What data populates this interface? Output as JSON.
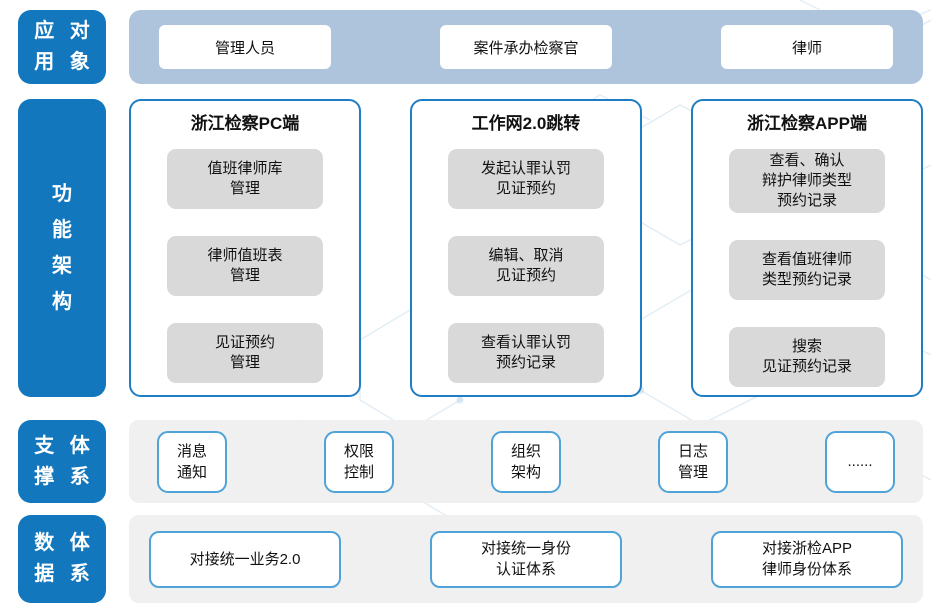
{
  "colors": {
    "accent_blue": "#1277BD",
    "panel_border_blue": "#1F7EC3",
    "small_box_border_blue": "#4FA3D8",
    "audience_band_bg": "#AEC3DC",
    "gray_band_bg": "#F0F0F0",
    "item_box_bg": "#D9D9D9"
  },
  "rows": {
    "audience": {
      "side_label": "应 对\n用 象",
      "boxes": [
        "管理人员",
        "案件承办检察官",
        "律师"
      ]
    },
    "functions": {
      "side_label": "功\n能\n架\n构",
      "columns": [
        {
          "title": "浙江检察PC端",
          "items": [
            "值班律师库\n管理",
            "律师值班表\n管理",
            "见证预约\n管理"
          ]
        },
        {
          "title": "工作网2.0跳转",
          "items": [
            "发起认罪认罚\n见证预约",
            "编辑、取消\n见证预约",
            "查看认罪认罚\n预约记录"
          ]
        },
        {
          "title": "浙江检察APP端",
          "items": [
            "查看、确认\n辩护律师类型\n预约记录",
            "查看值班律师\n类型预约记录",
            "搜索\n见证预约记录"
          ]
        }
      ]
    },
    "support": {
      "side_label": "支 体\n撑 系",
      "boxes": [
        "消息\n通知",
        "权限\n控制",
        "组织\n架构",
        "日志\n管理",
        "......"
      ]
    },
    "data": {
      "side_label": "数 体\n据 系",
      "boxes": [
        "对接统一业务2.0",
        "对接统一身份\n认证体系",
        "对接浙检APP\n律师身份体系"
      ]
    }
  }
}
